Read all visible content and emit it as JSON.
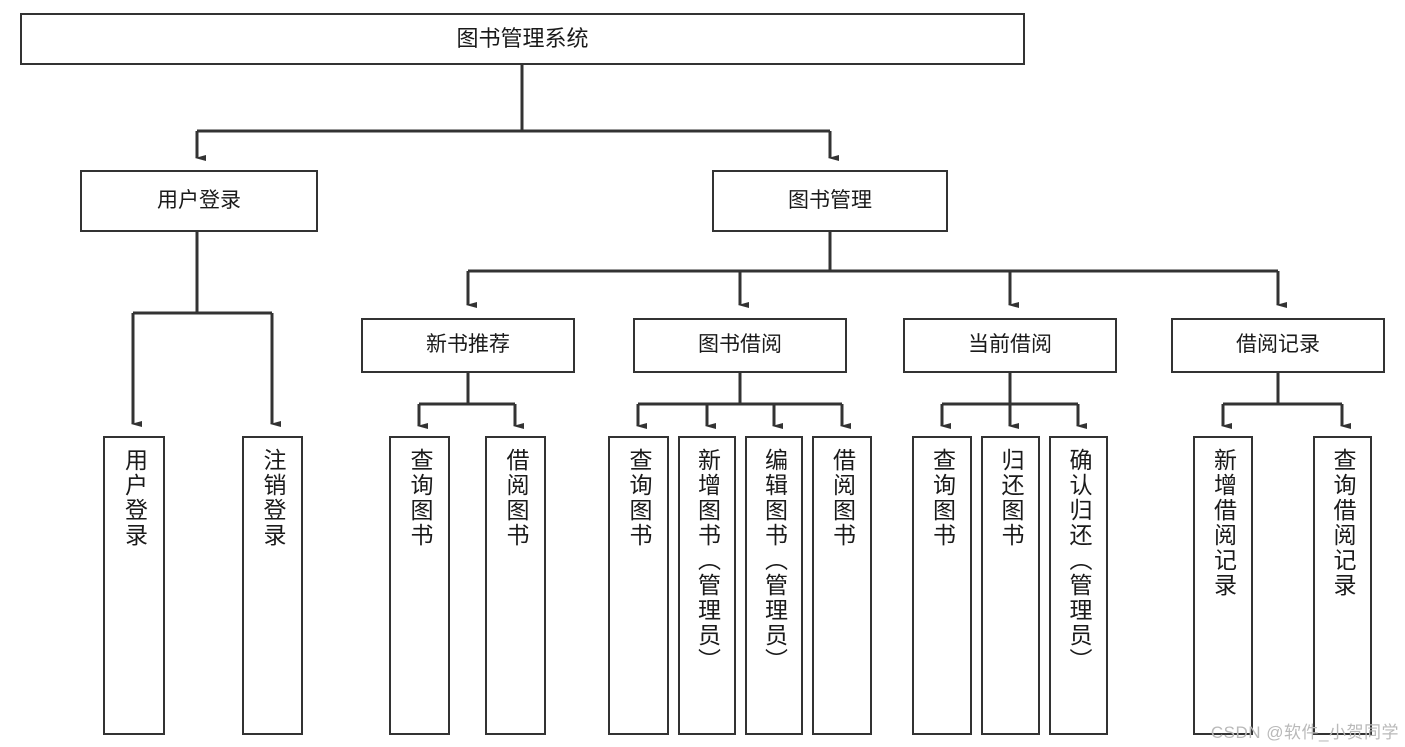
{
  "diagram": {
    "type": "tree",
    "title": "图书管理系统",
    "root": {
      "id": "root",
      "label": "图书管理系统"
    },
    "level1": [
      {
        "id": "login",
        "label": "用户登录"
      },
      {
        "id": "bookmgmt",
        "label": "图书管理"
      }
    ],
    "level2": [
      {
        "id": "newbook",
        "label": "新书推荐",
        "parent": "bookmgmt"
      },
      {
        "id": "borrow",
        "label": "图书借阅",
        "parent": "bookmgmt"
      },
      {
        "id": "current",
        "label": "当前借阅",
        "parent": "bookmgmt"
      },
      {
        "id": "records",
        "label": "借阅记录",
        "parent": "bookmgmt"
      }
    ],
    "leaves": {
      "login": [
        {
          "id": "leaf-user-login",
          "label": "用户登录"
        },
        {
          "id": "leaf-user-logout",
          "label": "注销登录"
        }
      ],
      "newbook": [
        {
          "id": "leaf-nb-query",
          "label": "查询图书"
        },
        {
          "id": "leaf-nb-borrow",
          "label": "借阅图书"
        }
      ],
      "borrow": [
        {
          "id": "leaf-bw-query",
          "label": "查询图书"
        },
        {
          "id": "leaf-bw-add",
          "label": "新增图书（管理员）"
        },
        {
          "id": "leaf-bw-edit",
          "label": "编辑图书（管理员）"
        },
        {
          "id": "leaf-bw-borrow",
          "label": "借阅图书"
        }
      ],
      "current": [
        {
          "id": "leaf-cu-query",
          "label": "查询图书"
        },
        {
          "id": "leaf-cu-return",
          "label": "归还图书"
        },
        {
          "id": "leaf-cu-confirm",
          "label": "确认归还（管理员）"
        }
      ],
      "records": [
        {
          "id": "leaf-rc-add",
          "label": "新增借阅记录"
        },
        {
          "id": "leaf-rc-query",
          "label": "查询借阅记录"
        }
      ]
    }
  },
  "watermark": {
    "text": "CSDN @软件_小贺同学"
  },
  "colors": {
    "node_border": "#333333",
    "node_fill": "#ffffff",
    "edge": "#333333",
    "text": "#1a1a1a",
    "watermark": "#b9b9b9",
    "background": "#ffffff"
  }
}
